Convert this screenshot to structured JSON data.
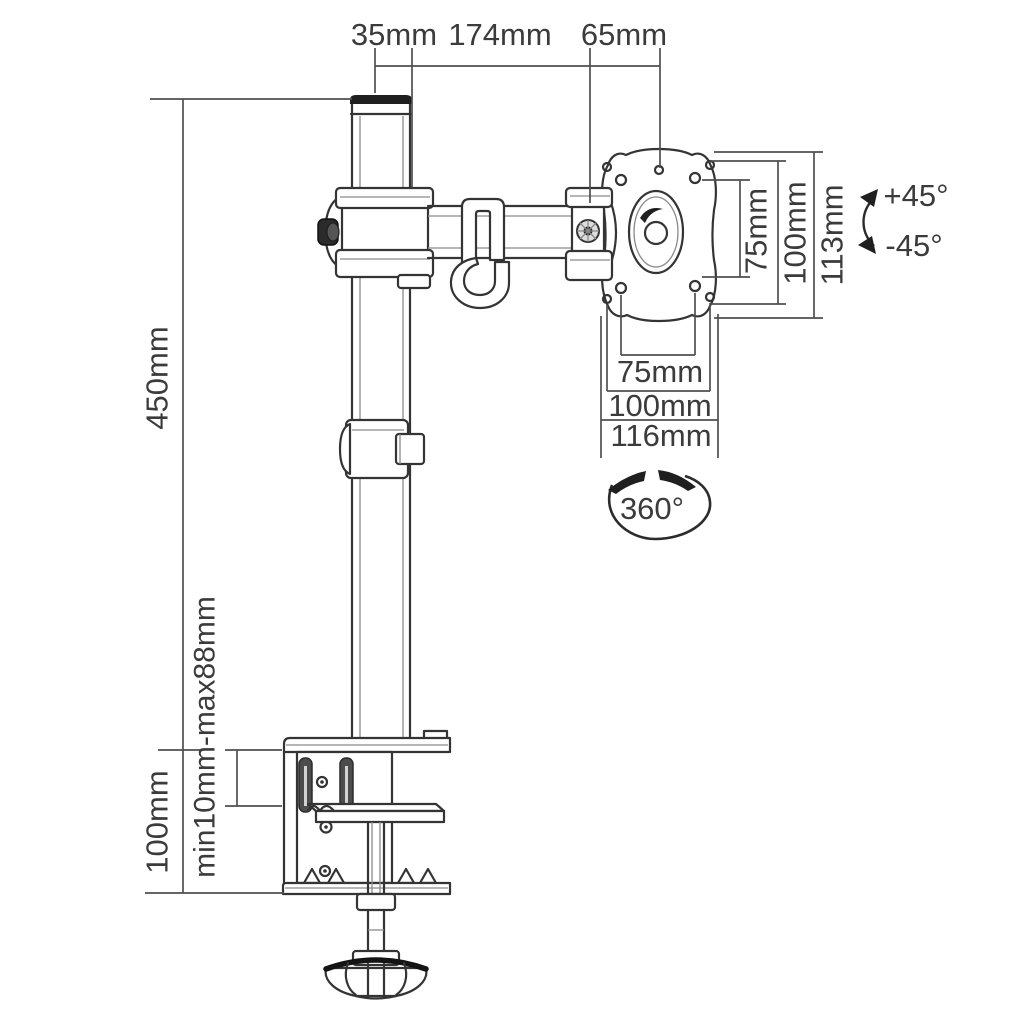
{
  "drawing": {
    "background": "#ffffff",
    "line_color": "#343434",
    "dim_line_color": "#4f4f4f",
    "text_color": "#3b3b3b"
  },
  "dims": {
    "top": {
      "pole": "35mm",
      "arm": "174mm",
      "vesa": "65mm"
    },
    "left": {
      "pole_height": "450mm",
      "clamp_height": "100mm",
      "desk_range": "min10mm-max88mm"
    },
    "vesa_side": {
      "inner": "75mm",
      "outer": "100mm",
      "height": "113mm"
    },
    "vesa_bottom": {
      "inner": "75mm",
      "outer": "100mm",
      "width": "116mm"
    },
    "rotation": {
      "up": "+45°",
      "down": "-45°",
      "swivel": "360°"
    }
  }
}
